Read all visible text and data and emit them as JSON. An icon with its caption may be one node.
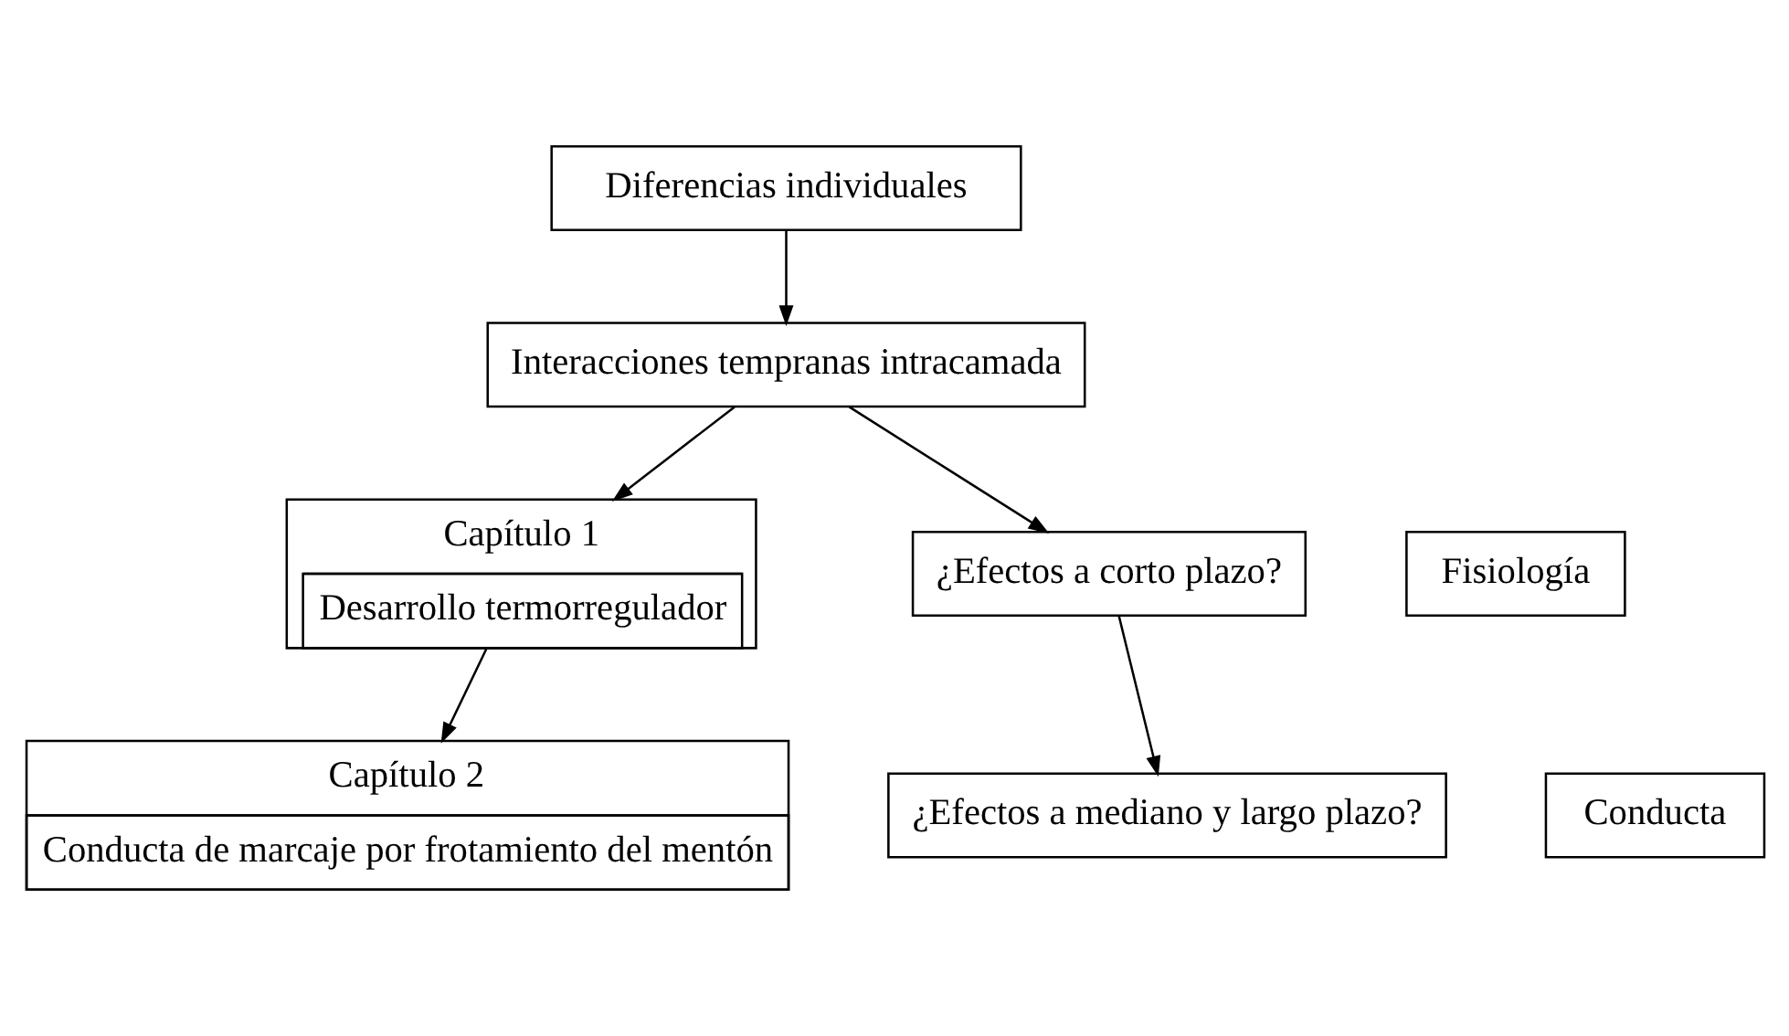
{
  "diagram": {
    "nodes": [
      {
        "text": [
          "Diferencias individuales"
        ]
      },
      {
        "text": [
          "Interacciones tempranas intracamada"
        ]
      },
      {
        "text": [
          "Fisiología"
        ]
      },
      {
        "text": [
          "Capítulo 1",
          "Desarrollo termorregulador"
        ]
      },
      {
        "text": [
          "¿Efectos a corto plazo?"
        ]
      },
      {
        "text": [
          "Conducta"
        ]
      },
      {
        "text": [
          "Capítulo 2",
          "Conducta de marcaje por frotamiento del mentón"
        ]
      },
      {
        "text": [
          "¿Efectos a mediano y largo plazo?"
        ]
      }
    ],
    "edges": [
      {
        "from": 0,
        "to": 1,
        "arrow": "to"
      },
      {
        "from": 1,
        "to": 3,
        "arrow": "to"
      },
      {
        "from": 1,
        "to": 4,
        "arrow": "to"
      },
      {
        "from": 3,
        "to": 6,
        "arrow": "to"
      },
      {
        "from": 4,
        "to": 7,
        "arrow": "to"
      }
    ]
  }
}
